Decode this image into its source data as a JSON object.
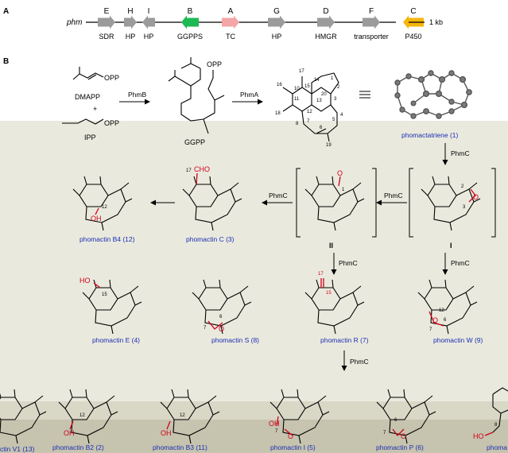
{
  "panel_labels": {
    "a": "A",
    "b": "B"
  },
  "gene_cluster": {
    "name": "phm",
    "scale_label": "1 kb",
    "genes": [
      {
        "letter": "E",
        "name": "SDR",
        "color": "#9b9b9b",
        "dir": "right"
      },
      {
        "letter": "H",
        "name": "HP",
        "color": "#9b9b9b",
        "dir": "right"
      },
      {
        "letter": "I",
        "name": "HP",
        "color": "#9b9b9b",
        "dir": "left"
      },
      {
        "letter": "B",
        "name": "GGPPS",
        "color": "#1db954",
        "dir": "left"
      },
      {
        "letter": "A",
        "name": "TC",
        "color": "#f4a6a6",
        "dir": "right"
      },
      {
        "letter": "G",
        "name": "HP",
        "color": "#9b9b9b",
        "dir": "right"
      },
      {
        "letter": "D",
        "name": "HMGR",
        "color": "#9b9b9b",
        "dir": "right"
      },
      {
        "letter": "F",
        "name": "transporter",
        "color": "#9b9b9b",
        "dir": "right"
      },
      {
        "letter": "C",
        "name": "P450",
        "color": "#f5b50a",
        "dir": "left"
      }
    ]
  },
  "pathway": {
    "substrates": {
      "dmapp": "DMAPP",
      "ipp": "IPP",
      "ggpp": "GGPP",
      "opp": "OPP",
      "plus": "+"
    },
    "enzymes": {
      "phmB": "PhmB",
      "phmA": "PhmA",
      "phmC": "PhmC"
    },
    "intermediates": {
      "I": "I",
      "II": "II"
    },
    "compounds": [
      {
        "key": "c1",
        "name": "phomactatriene (1)"
      },
      {
        "key": "c12",
        "name": "phomactin B4 (12)"
      },
      {
        "key": "c3",
        "name": "phomactin C (3)"
      },
      {
        "key": "c4",
        "name": "phomactin E (4)"
      },
      {
        "key": "c8",
        "name": "phomactin S (8)"
      },
      {
        "key": "c7",
        "name": "phomactin R (7)"
      },
      {
        "key": "c9",
        "name": "phomactin W (9)"
      },
      {
        "key": "c13",
        "name": "ctin V1 (13)"
      },
      {
        "key": "c2",
        "name": "phomactin B2 (2)"
      },
      {
        "key": "c11",
        "name": "phomactin B3 (11)"
      },
      {
        "key": "c5",
        "name": "phomactin I (5)"
      },
      {
        "key": "c6",
        "name": "phomactin P (6)"
      },
      {
        "key": "c14",
        "name": "phoma"
      }
    ],
    "atom_labels": {
      "n1": "1",
      "n2": "2",
      "n3": "3",
      "n4": "4",
      "n5": "5",
      "n6": "6",
      "n7": "7",
      "n8": "8",
      "n10": "10",
      "n11": "11",
      "n12": "12",
      "n13": "13",
      "n14": "14",
      "n15": "15",
      "n16": "16",
      "n17": "17",
      "n18": "18",
      "n19": "19",
      "n20": "20",
      "o": "O",
      "oh": "OH",
      "ho": "HO",
      "cho": "CHO"
    }
  }
}
